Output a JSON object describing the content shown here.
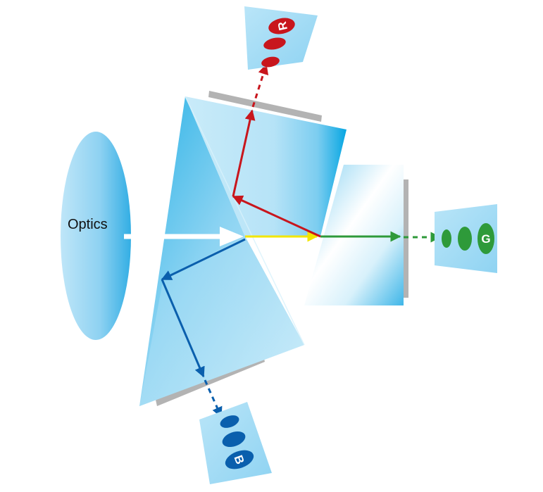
{
  "labels": {
    "optics": "Optics",
    "red_channel": "R",
    "green_channel": "G",
    "blue_channel": "B"
  },
  "colors": {
    "red": "#c8161d",
    "green": "#2e9a3a",
    "blue": "#0a5fad",
    "yellow": "#f2e600",
    "prism": "#a9def5",
    "prism_dark": "#00a0dc",
    "sensor_gray": "#b3b3b3"
  }
}
